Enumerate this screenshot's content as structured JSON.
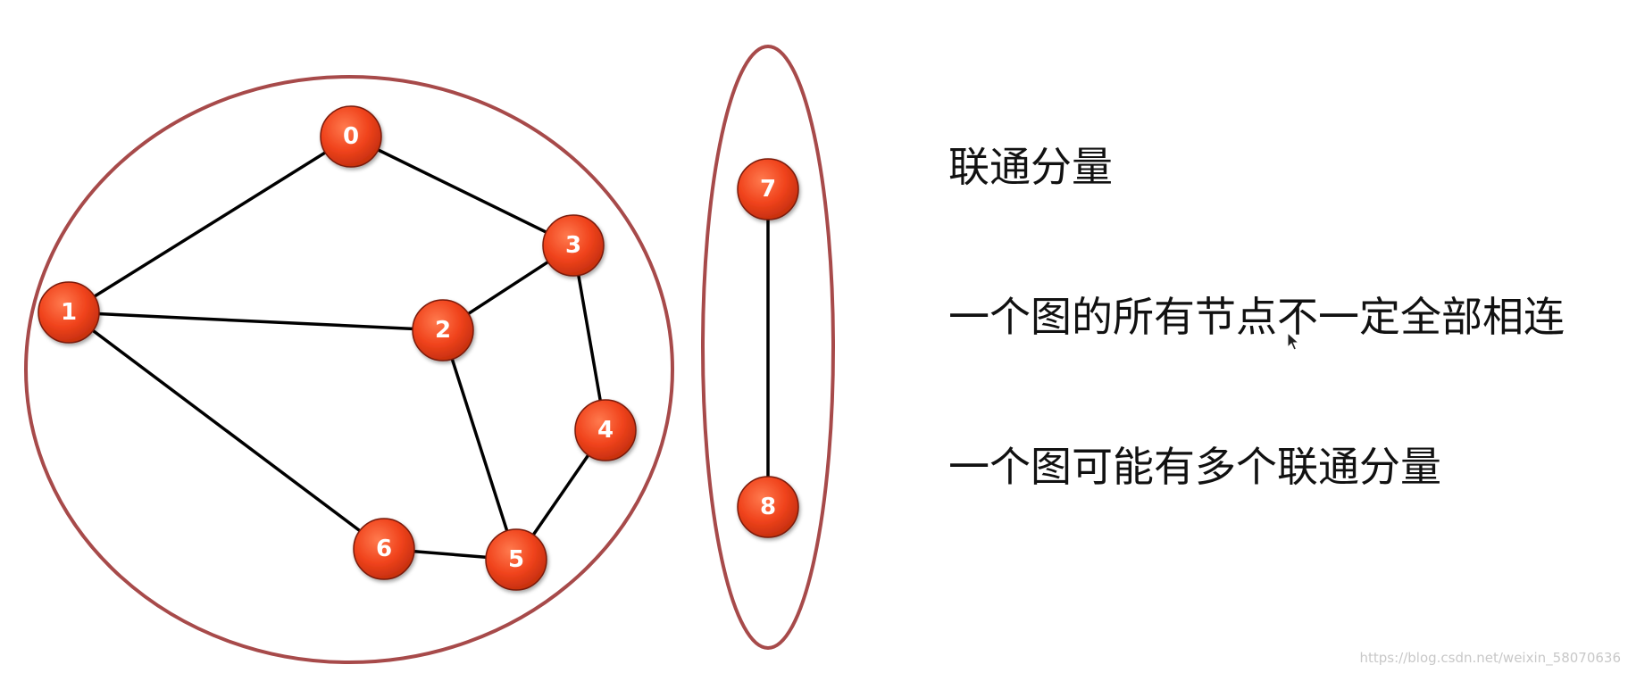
{
  "diagram": {
    "nodes": [
      {
        "id": "0",
        "label": "0"
      },
      {
        "id": "1",
        "label": "1"
      },
      {
        "id": "2",
        "label": "2"
      },
      {
        "id": "3",
        "label": "3"
      },
      {
        "id": "4",
        "label": "4"
      },
      {
        "id": "5",
        "label": "5"
      },
      {
        "id": "6",
        "label": "6"
      },
      {
        "id": "7",
        "label": "7"
      },
      {
        "id": "8",
        "label": "8"
      }
    ],
    "edges": [
      {
        "from": "0",
        "to": "1"
      },
      {
        "from": "0",
        "to": "3"
      },
      {
        "from": "1",
        "to": "2"
      },
      {
        "from": "1",
        "to": "6"
      },
      {
        "from": "2",
        "to": "3"
      },
      {
        "from": "2",
        "to": "5"
      },
      {
        "from": "3",
        "to": "4"
      },
      {
        "from": "4",
        "to": "5"
      },
      {
        "from": "5",
        "to": "6"
      },
      {
        "from": "7",
        "to": "8"
      }
    ],
    "components": [
      {
        "nodes": [
          "0",
          "1",
          "2",
          "3",
          "4",
          "5",
          "6"
        ]
      },
      {
        "nodes": [
          "7",
          "8"
        ]
      }
    ],
    "colors": {
      "node_fill": "#f0431c",
      "node_stroke": "#7a1a08",
      "edge": "#000000",
      "component_outline": "#a74a4a"
    }
  },
  "text": {
    "lines": [
      "联通分量",
      "一个图的所有节点不一定全部相连",
      "一个图可能有多个联通分量"
    ]
  },
  "watermark": "https://blog.csdn.net/weixin_58070636"
}
